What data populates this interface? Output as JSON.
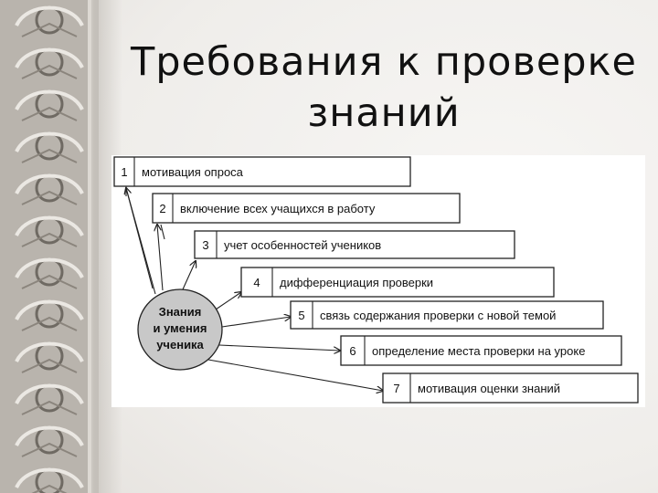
{
  "slide": {
    "title_line1": "Требования к проверке",
    "title_line2": "знаний"
  },
  "diagram": {
    "center_label": [
      "Знания",
      "и умения",
      "ученика"
    ],
    "steps": [
      {
        "num": "1",
        "label": "мотивация опроса"
      },
      {
        "num": "2",
        "label": "включение всех учащихся в работу"
      },
      {
        "num": "3",
        "label": "учет особенностей учеников"
      },
      {
        "num": "4",
        "label": "дифференциация проверки"
      },
      {
        "num": "5",
        "label": "связь содержания проверки с новой темой"
      },
      {
        "num": "6",
        "label": "определение места проверки на уроке"
      },
      {
        "num": "7",
        "label": "мотивация оценки знаний"
      }
    ]
  },
  "colors": {
    "frame": "#b9b4ad",
    "ornament": "#7a6e62",
    "ellipse_fill": "#c8c8c8",
    "box_stroke": "#222222"
  },
  "icons": [
    "left-ornamental-border",
    "corner-ornament"
  ]
}
